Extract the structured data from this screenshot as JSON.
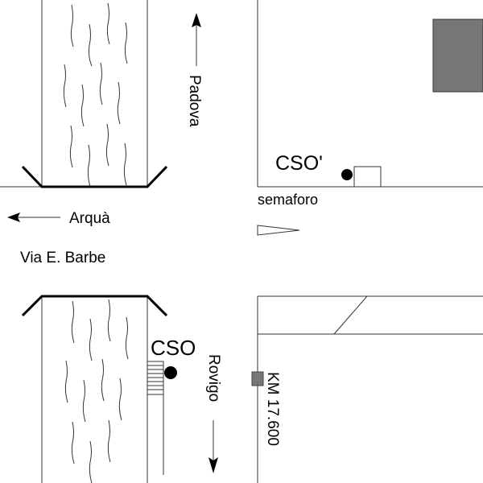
{
  "labels": {
    "padova": "Padova",
    "arqua": "Arquà",
    "via": "Via E. Barbe",
    "semaforo": "semaforo",
    "cso_prime": "CSO'",
    "cso": "CSO",
    "rovigo": "Rovigo",
    "km": "KM 17.600"
  },
  "colors": {
    "building": "#777777",
    "marker": "#777777"
  }
}
